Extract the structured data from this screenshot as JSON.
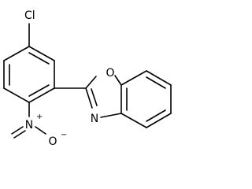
{
  "molecule": {
    "atoms": {
      "chlorine": "Cl",
      "oxazole_oxygen": "O",
      "oxazole_nitrogen": "N",
      "nitro_nitrogen": "N",
      "nitro_nitrogen_charge": "+",
      "nitro_oxygen": "O",
      "nitro_oxygen_charge": "−"
    }
  }
}
